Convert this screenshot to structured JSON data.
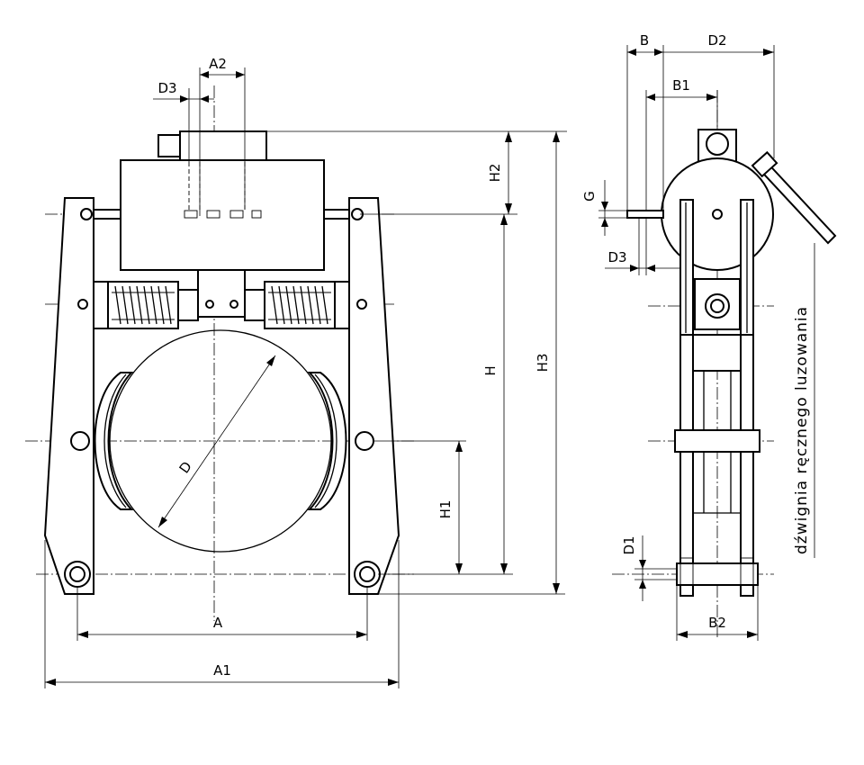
{
  "labels": {
    "A": "A",
    "A1": "A1",
    "A2": "A2",
    "D": "D",
    "D1": "D1",
    "D2": "D2",
    "D3_front": "D3",
    "D3_side": "D3",
    "H": "H",
    "H1": "H1",
    "H2": "H2",
    "H3": "H3",
    "B": "B",
    "B1": "B1",
    "B2": "B2",
    "G": "G"
  },
  "annotation": "dźwignia ręcznego luzowania"
}
